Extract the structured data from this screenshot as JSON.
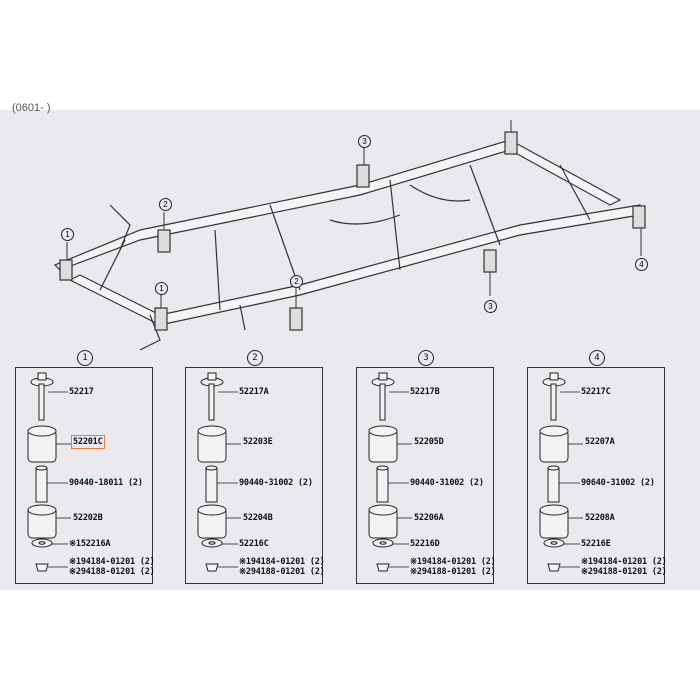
{
  "header": {
    "range": "(0601-      )"
  },
  "frame_callouts": [
    "1",
    "1",
    "2",
    "2",
    "3",
    "3",
    "4"
  ],
  "panels": [
    {
      "number": "1",
      "parts": {
        "bolt": "52217",
        "upper_cushion": "52201C",
        "collar": "90440-18011 (2)",
        "lower_cushion": "52202B",
        "washer": "※152216A",
        "nut_a": "※194184-01201 (2)",
        "nut_b": "※294188-01201 (2)"
      }
    },
    {
      "number": "2",
      "parts": {
        "bolt": "52217A",
        "upper_cushion": "52203E",
        "collar": "90440-31002 (2)",
        "lower_cushion": "52204B",
        "washer": "52216C",
        "nut_a": "※194184-01201 (2)",
        "nut_b": "※294188-01201 (2)"
      }
    },
    {
      "number": "3",
      "parts": {
        "bolt": "52217B",
        "upper_cushion": "52205D",
        "collar": "90440-31002 (2)",
        "lower_cushion": "52206A",
        "washer": "52216D",
        "nut_a": "※194184-01201 (2)",
        "nut_b": "※294188-01201 (2)"
      }
    },
    {
      "number": "4",
      "parts": {
        "bolt": "52217C",
        "upper_cushion": "52207A",
        "collar": "90640-31002 (2)",
        "lower_cushion": "52208A",
        "washer": "52216E",
        "nut_a": "※194184-01201 (2)",
        "nut_b": "※294188-01201 (2)"
      }
    }
  ],
  "highlight": {
    "color": "#f07a30"
  }
}
